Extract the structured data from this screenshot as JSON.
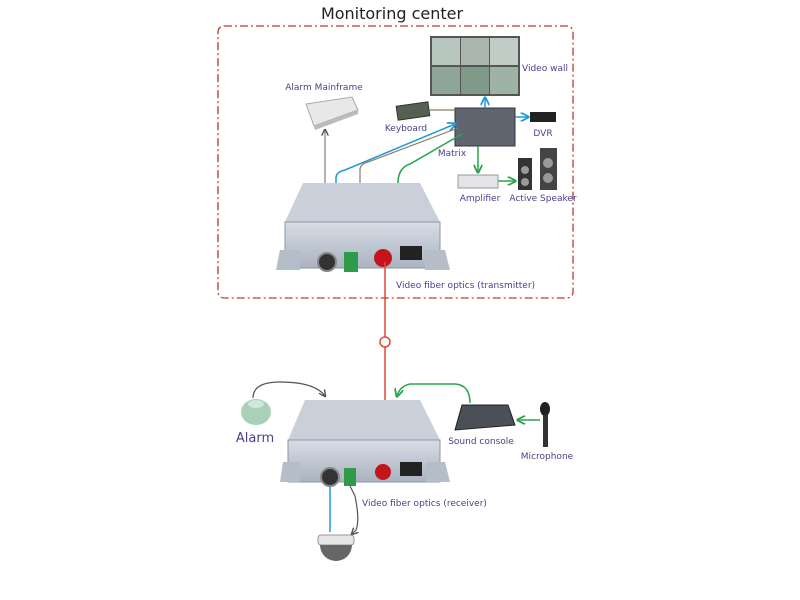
{
  "title": "Monitoring center",
  "labels": {
    "video_wall": "Video wall",
    "alarm_mainframe": "Alarm Mainframe",
    "keyboard": "Keyboard",
    "matrix": "Matrix",
    "dvr": "DVR",
    "amplifier": "Amplifier",
    "active_speaker": "Active Speaker",
    "transmitter": "Video fiber optics (transmitter)",
    "alarm": "Alarm",
    "sound_console": "Sound console",
    "microphone": "Microphone",
    "receiver": "Video fiber optics (receiver)"
  },
  "colors": {
    "border": "#c0392b",
    "video": "#1e9ad6",
    "audio": "#2aa44a",
    "data": "#8a7a6a",
    "fiber": "#e04a3a",
    "label": "#4a3f8a"
  }
}
